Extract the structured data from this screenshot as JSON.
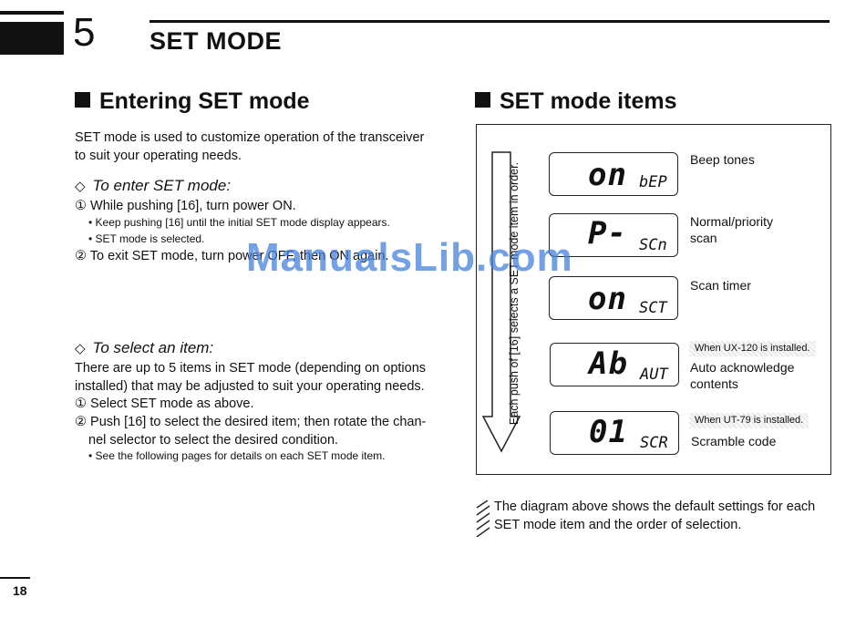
{
  "header": {
    "chapter_number": "5",
    "chapter_title": "SET MODE"
  },
  "left": {
    "heading": "Entering SET mode",
    "intro_line1": "SET mode is used to customize operation of the transceiver",
    "intro_line2": "to suit your operating needs.",
    "enter": {
      "title": "To enter SET mode:",
      "step1": "① While pushing [16], turn power ON.",
      "bullet1": "• Keep pushing [16] until the initial SET mode display appears.",
      "bullet2": "• SET mode is selected.",
      "step2": "② To exit SET mode, turn power OFF, then ON again."
    },
    "select": {
      "title": "To select an item:",
      "para_line1": "There are up to 5 items in SET mode (depending on options",
      "para_line2": "installed) that may be adjusted to suit your operating needs.",
      "step1": "① Select SET mode as above.",
      "step2_line1": "② Push [16] to select the desired item; then rotate the chan-",
      "step2_line2": "nel selector to select the desired condition.",
      "bullet": "• See the following pages for details on each SET mode item."
    }
  },
  "right": {
    "heading": "SET mode items",
    "arrow_text": "Each push of [16] selects a SET mode item in order.",
    "items": [
      {
        "big": "on",
        "small": "bEP",
        "label1": "Beep tones",
        "label2": "",
        "note": ""
      },
      {
        "big": "P-",
        "small": "SCn",
        "label1": "Normal/priority",
        "label2": "scan",
        "note": ""
      },
      {
        "big": "on",
        "small": "SCT",
        "label1": "Scan timer",
        "label2": "",
        "note": ""
      },
      {
        "big": "Ab",
        "small": "AUT",
        "label1": "Auto acknowledge",
        "label2": "contents",
        "note": "When UX-120 is installed."
      },
      {
        "big": "01",
        "small": "SCR",
        "label1": "Scramble code",
        "label2": "",
        "note": "When UT-79 is installed."
      }
    ],
    "footnote_line1": "The diagram above shows the default settings for each",
    "footnote_line2": "SET mode item and the order of selection."
  },
  "watermark": "ManualsLib.com",
  "page_number": "18"
}
